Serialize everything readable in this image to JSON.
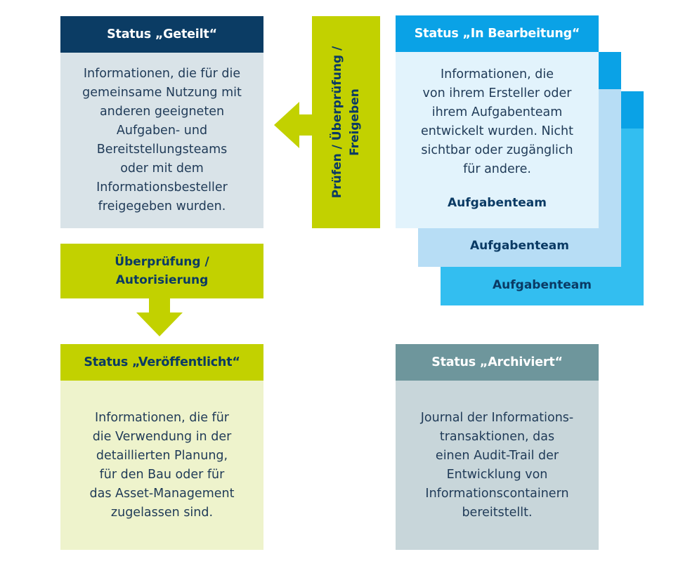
{
  "geteilt": {
    "title": "Status „Geteilt“",
    "text": "Informationen, die für die\ngemeinsame Nutzung mit\nanderen geeigneten\nAufgaben- und\nBereitstellungsteams\noder mit dem\nInformationsbesteller\nfreigegeben wurden."
  },
  "pruefen": {
    "label": "Prüfen / Überprüfung /\nFreigeben"
  },
  "bearbeitung": {
    "title": "Status „In Bearbeitung“",
    "text": "Informationen, die\nvon ihrem Ersteller oder\nihrem Aufgabenteam\nentwickelt wurden. Nicht\nsichtbar oder zugänglich\nfür andere.",
    "teams": [
      "Aufgabenteam",
      "Aufgabenteam",
      "Aufgabenteam"
    ]
  },
  "ueberpruefung": {
    "label": "Überprüfung /\nAutorisierung"
  },
  "veroeffentlicht": {
    "title": "Status „Veröffentlicht“",
    "text": "Informationen, die für\ndie Verwendung in der\ndetaillierten Planung,\nfür den Bau oder für\ndas Asset-Management\nzugelassen sind."
  },
  "archiviert": {
    "title": "Status „Archiviert“",
    "text": "Journal der Informations-\ntransaktionen, das\neinen Audit-Trail der\nEntwicklung von\nInformationscontainern\nbereitstellt."
  },
  "colors": {
    "dark_blue": "#0b3c64",
    "light_blue": "#0aa2e6",
    "green": "#c2d100",
    "grey_teal": "#6e969c"
  }
}
